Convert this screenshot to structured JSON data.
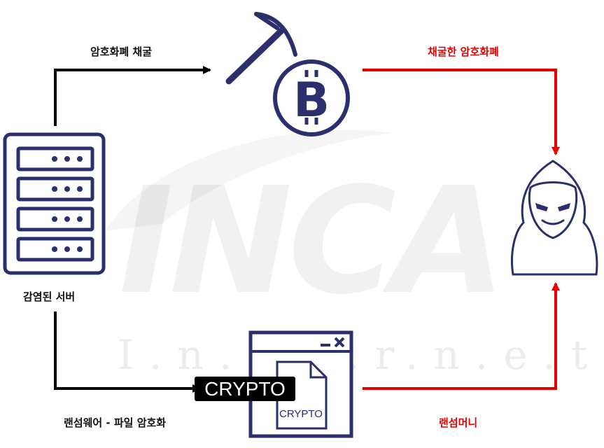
{
  "watermark": {
    "brand": "INCA",
    "sub": "I.n.t.e.r.n.e.t"
  },
  "labels": {
    "mining": "암호화폐 채굴",
    "mined_crypto": "채굴한 암호화폐",
    "infected_server": "감염된 서버",
    "ransomware": "랜섬웨어 - 파일 암호화",
    "ransom_money": "랜섬머니"
  },
  "crypto_tag": "CRYPTO",
  "crypto_file_label": "CRYPTO",
  "colors": {
    "navy": "#2b2f6b",
    "red": "#e60000",
    "black": "#000000"
  },
  "icons": [
    "server-icon",
    "pickaxe-icon",
    "bitcoin-icon",
    "ransomware-window-icon",
    "hacker-icon"
  ]
}
